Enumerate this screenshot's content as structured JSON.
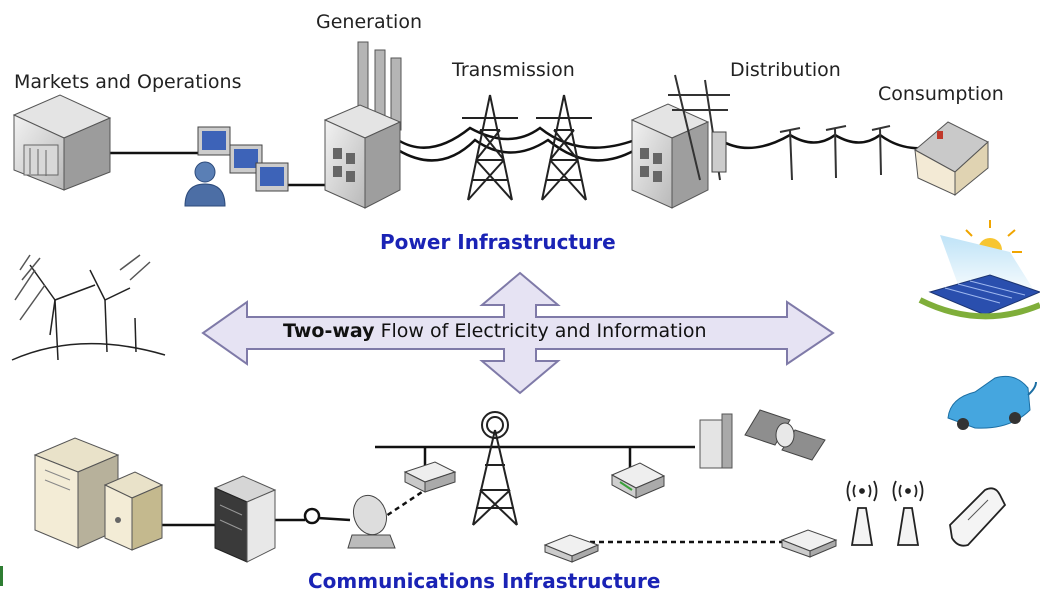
{
  "labels": {
    "markets": "Markets and Operations",
    "generation": "Generation",
    "transmission": "Transmission",
    "distribution": "Distribution",
    "consumption": "Consumption"
  },
  "titles": {
    "power": "Power Infrastructure",
    "communications": "Communications Infrastructure"
  },
  "flow": {
    "bold": "Two-way",
    "rest": " Flow of Electricity and Information"
  },
  "colors": {
    "title": "#1a23b5",
    "arrow_fill": "#e6e3f3",
    "arrow_stroke": "#7f7aa8",
    "line": "#111111"
  }
}
